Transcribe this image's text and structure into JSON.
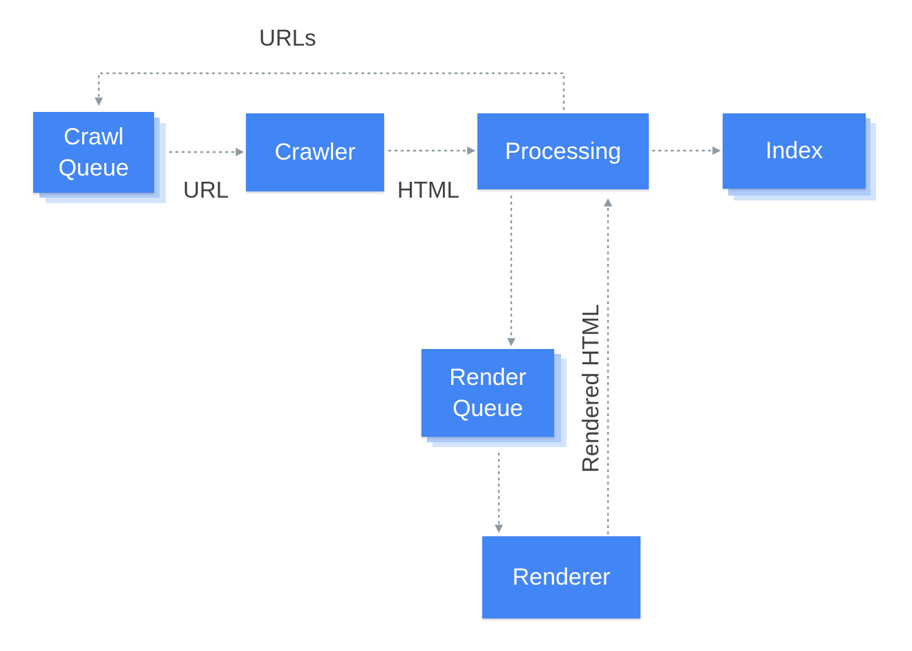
{
  "nodes": {
    "crawl_queue": "Crawl\nQueue",
    "crawler": "Crawler",
    "processing": "Processing",
    "index": "Index",
    "render_queue": "Render\nQueue",
    "renderer": "Renderer"
  },
  "edge_labels": {
    "urls": "URLs",
    "url": "URL",
    "html": "HTML",
    "rendered_html": "Rendered HTML"
  },
  "colors": {
    "node_fill": "#4285f4",
    "node_stack": "#aecbfa",
    "connector": "#8c9aa3",
    "label_text": "#3c4043"
  }
}
